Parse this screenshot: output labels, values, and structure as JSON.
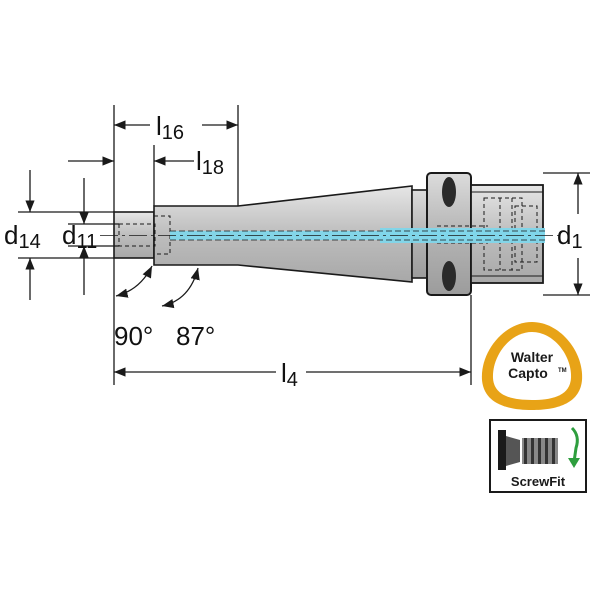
{
  "labels": {
    "l16_main": "l",
    "l16_sub": "16",
    "l18_main": "l",
    "l18_sub": "18",
    "d14_main": "d",
    "d14_sub": "14",
    "d11_main": "d",
    "d11_sub": "11",
    "d1_main": "d",
    "d1_sub": "1",
    "l4_main": "l",
    "l4_sub": "4",
    "angle_90": "90°",
    "angle_87": "87°"
  },
  "logos": {
    "walter_capto_line1": "Walter",
    "walter_capto_line2": "Capto",
    "walter_capto_tm": "TM",
    "screwfit": "ScrewFit"
  },
  "colors": {
    "outline": "#1a1a1a",
    "body_fill": "#c8c8c8",
    "coolant": "#7fd6ea",
    "logo_orange": "#e8a317",
    "arrow_green": "#2e9e3e"
  }
}
